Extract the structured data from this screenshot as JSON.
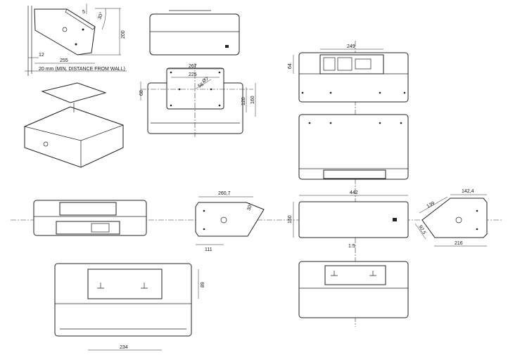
{
  "side_view_top": {
    "angle": "30°",
    "offset": "5",
    "height": "200",
    "gap": "12",
    "depth": "255",
    "wall_note": "20 mm (MIN. DISTANCE FROM WALL)"
  },
  "mount_plate_view": {
    "width_outer": "267",
    "width_inner": "225",
    "offset": "68",
    "hole": "Ø7",
    "radius": "56",
    "height_inner": "120",
    "height_outer": "160"
  },
  "rear_top_view": {
    "panel_width": "249",
    "panel_height": "64"
  },
  "side_view_center": {
    "depth": "260,7",
    "angle": "30°",
    "offset": "111"
  },
  "front_view": {
    "width": "442",
    "height": "150",
    "scale": "1:5"
  },
  "side_view_right": {
    "slant": "139",
    "lower": "92,5",
    "top": "142,4",
    "bottom": "216"
  },
  "bottom_view": {
    "plate_height": "89",
    "plate_spacing": "234"
  }
}
